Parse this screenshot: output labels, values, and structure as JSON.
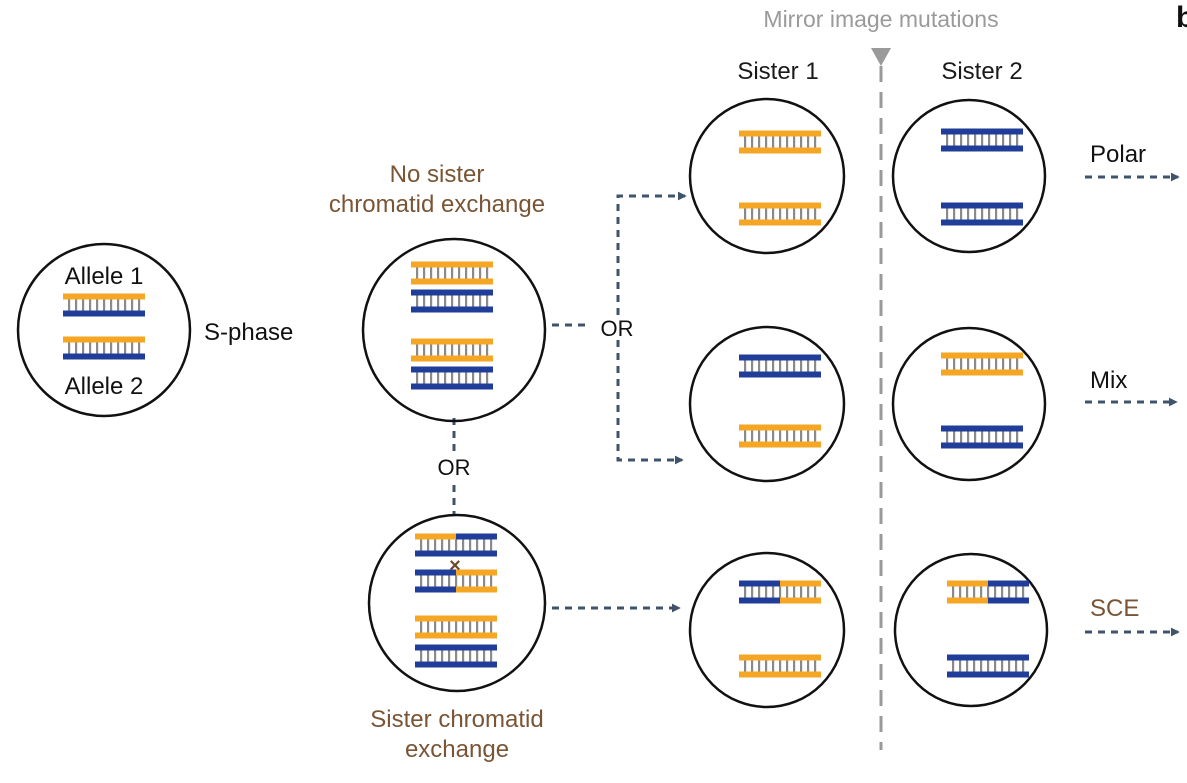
{
  "header": {
    "mirror_label": "Mirror image mutations",
    "panel_letter": "b",
    "sister1": "Sister 1",
    "sister2": "Sister 2"
  },
  "labels": {
    "allele1": "Allele 1",
    "allele2": "Allele 2",
    "s_phase": "S-phase",
    "no_sce_line1": "No sister",
    "no_sce_line2": "chromatid exchange",
    "or_right": "OR",
    "or_down": "OR",
    "sce_line1": "Sister chromatid",
    "sce_line2": "exchange"
  },
  "outcomes": [
    "Polar",
    "Mix",
    "SCE"
  ],
  "colors": {
    "orange": "#f5a623",
    "blue": "#1f3d99",
    "rung": "#8a8a8a",
    "arrow": "#3f536b",
    "brown_text": "#7a5535",
    "grey": "#9a9a9a",
    "cross": "#6b4a2a"
  }
}
